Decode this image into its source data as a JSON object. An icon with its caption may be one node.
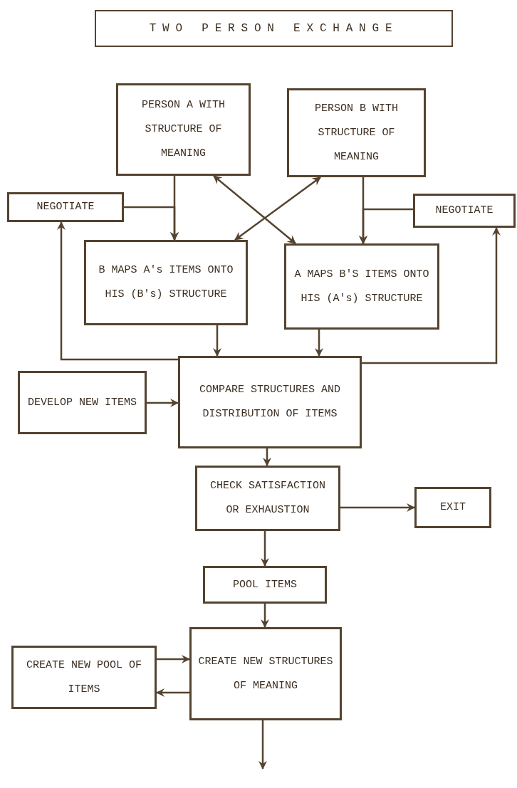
{
  "diagram": {
    "title": "TWO PERSON EXCHANGE",
    "nodes": [
      {
        "text": [
          "PERSON A WITH STRUCTURE OF MEANING"
        ]
      },
      {
        "text": [
          "PERSON B WITH STRUCTURE OF MEANING"
        ]
      },
      {
        "text": [
          "NEGOTIATE"
        ]
      },
      {
        "text": [
          "NEGOTIATE"
        ]
      },
      {
        "text": [
          "B MAPS A's ITEMS ONTO HIS (B's) STRUCTURE"
        ]
      },
      {
        "text": [
          "A MAPS B'S ITEMS ONTO HIS (A's) STRUCTURE"
        ]
      },
      {
        "text": [
          "DEVELOP NEW ITEMS"
        ]
      },
      {
        "text": [
          "COMPARE STRUCTURES AND DISTRIBUTION OF ITEMS"
        ]
      },
      {
        "text": [
          "CHECK SATISFACTION OR EXHAUSTION"
        ]
      },
      {
        "text": [
          "EXIT"
        ]
      },
      {
        "text": [
          "POOL ITEMS"
        ]
      },
      {
        "text": [
          "CREATE NEW STRUCTURES OF MEANING"
        ]
      },
      {
        "text": [
          "CREATE NEW POOL OF ITEMS"
        ]
      }
    ],
    "edges": [
      {
        "from": 0,
        "to": 4,
        "arrow": "to"
      },
      {
        "from": 2,
        "to": 4,
        "arrow": "to"
      },
      {
        "from": 0,
        "to": 5,
        "arrow": "both"
      },
      {
        "from": 1,
        "to": 4,
        "arrow": "both"
      },
      {
        "from": 1,
        "to": 5,
        "arrow": "to"
      },
      {
        "from": 3,
        "to": 5,
        "arrow": "to"
      },
      {
        "from": 4,
        "to": 7,
        "arrow": "to"
      },
      {
        "from": 5,
        "to": 7,
        "arrow": "to"
      },
      {
        "from": 7,
        "to": 2,
        "arrow": "to"
      },
      {
        "from": 7,
        "to": 3,
        "arrow": "to"
      },
      {
        "from": 6,
        "to": 7,
        "arrow": "to"
      },
      {
        "from": 7,
        "to": 8,
        "arrow": "to"
      },
      {
        "from": 8,
        "to": 9,
        "arrow": "to"
      },
      {
        "from": 8,
        "to": 10,
        "arrow": "to"
      },
      {
        "from": 10,
        "to": 11,
        "arrow": "to"
      },
      {
        "from": 11,
        "to": 12,
        "arrow": "to"
      },
      {
        "from": 12,
        "to": 11,
        "arrow": "to"
      },
      {
        "from": 11,
        "to": null,
        "arrow": "to"
      }
    ]
  }
}
